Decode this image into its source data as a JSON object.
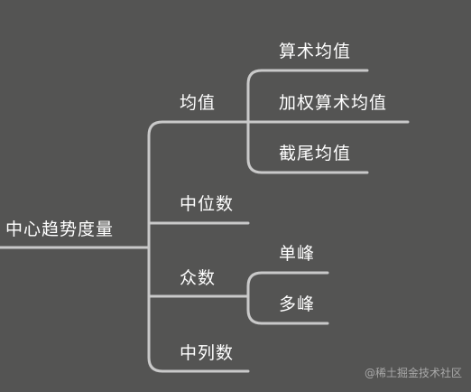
{
  "mindmap": {
    "root": "中心趋势度量",
    "branches": [
      {
        "label": "均值",
        "children": [
          "算术均值",
          "加权算术均值",
          "截尾均值"
        ]
      },
      {
        "label": "中位数",
        "children": []
      },
      {
        "label": "众数",
        "children": [
          "单峰",
          "多峰"
        ]
      },
      {
        "label": "中列数",
        "children": []
      }
    ]
  },
  "watermark": "@稀土掘金技术社区",
  "colors": {
    "background": "#545453",
    "line": "#c9c9c9",
    "text": "#ffffff"
  }
}
